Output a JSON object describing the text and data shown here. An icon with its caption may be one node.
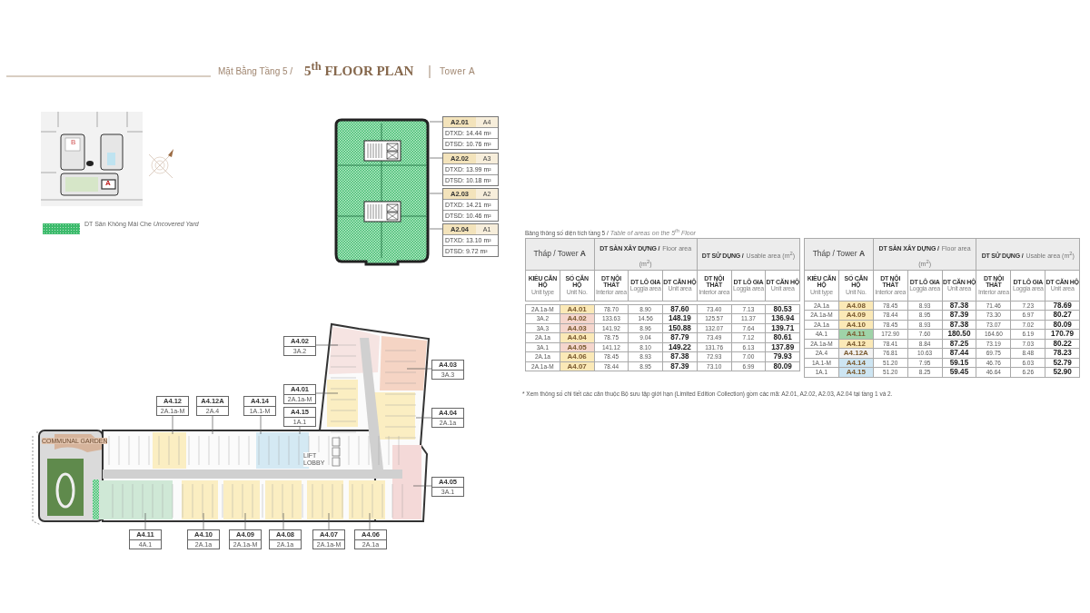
{
  "diagram": {
    "title": "5$^{th}$ FLOOR PLAN",
    "nodes": [
      {
        "text": [],
        "shape": "picture"
      },
      {
        "text": [
          "A2.01",
          "A4",
          "DTXD: 14.44 m²",
          "DTSD: 10.76 m²"
        ]
      },
      {
        "text": [
          "A2.02",
          "A3",
          "DTXD: 13.99 m²",
          "DTSD: 10.18 m²"
        ]
      },
      {
        "text": [
          "A2.03",
          "A2",
          "DTXD: 14.21 m²",
          "DTSD: 10.46 m²"
        ]
      },
      {
        "text": [
          "A2.04",
          "A1",
          "DTXD: 13.10 m²",
          "DTSD: 9.72 m²"
        ]
      },
      {
        "text": [
          "A4.02",
          "3A.2"
        ]
      },
      {
        "text": [
          "A4.03",
          "3A.3"
        ]
      },
      {
        "text": [
          "A4.01",
          "2A.1a-M"
        ]
      },
      {
        "text": [
          "A4.12",
          "2A.1a-M"
        ]
      },
      {
        "text": [
          "A4.12A",
          "2A.4"
        ]
      },
      {
        "text": [
          "A4.14",
          "1A.1-M"
        ]
      },
      {
        "text": [
          "A4.04",
          "2A.1a"
        ]
      },
      {
        "text": [
          "A4.15",
          "1A.1"
        ]
      },
      {
        "text": [
          "A4.05",
          "3A.1"
        ]
      },
      {
        "text": [
          "A4.11",
          "4A.1"
        ]
      },
      {
        "text": [
          "A4.10",
          "2A.1a"
        ]
      },
      {
        "text": [
          "A4.09",
          "2A.1a-M"
        ]
      },
      {
        "text": [
          "A4.08",
          "2A.1a"
        ]
      },
      {
        "text": [
          "A4.07",
          "2A.1a-M"
        ]
      },
      {
        "text": [
          "A4.06",
          "2A.1a"
        ]
      }
    ],
    "edges": [
      {
        "from": 1,
        "to": 0,
        "arrow": "none"
      },
      {
        "from": 2,
        "to": 0,
        "arrow": "none"
      },
      {
        "from": 3,
        "to": 0,
        "arrow": "none"
      },
      {
        "from": 4,
        "to": 0,
        "arrow": "none"
      },
      {
        "from": 5,
        "to": null,
        "arrow": "none"
      },
      {
        "from": 6,
        "to": null,
        "arrow": "none"
      },
      {
        "from": 7,
        "to": null,
        "arrow": "none"
      },
      {
        "from": 8,
        "to": null,
        "arrow": "none"
      },
      {
        "from": 9,
        "to": null,
        "arrow": "none"
      },
      {
        "from": 10,
        "to": null,
        "arrow": "none"
      },
      {
        "from": 11,
        "to": null,
        "arrow": "none"
      },
      {
        "from": 12,
        "to": null,
        "arrow": "none"
      },
      {
        "from": 13,
        "to": null,
        "arrow": "none"
      },
      {
        "from": 14,
        "to": null,
        "arrow": "none"
      },
      {
        "from": 15,
        "to": null,
        "arrow": "none"
      },
      {
        "from": 16,
        "to": null,
        "arrow": "none"
      },
      {
        "from": 17,
        "to": null,
        "arrow": "none"
      },
      {
        "from": 18,
        "to": null,
        "arrow": "none"
      },
      {
        "from": 19,
        "to": null,
        "arrow": "none"
      }
    ],
    "labels": [
      "Mặt Bằng Tầng 5 /",
      "Tower A",
      "B",
      "A",
      "COMMUNAL GARDEN",
      "LIFT LOBBY",
      "Bảng thông số diện tích tầng 5 /",
      "Table of areas on the 5$^{th}$ Floor",
      "Tháp / Tower **A**",
      "DT SÀN XÂY DỰNG /",
      "Floor area (m$^{2}$)",
      "DT SỬ DỤNG /",
      "Usable area (m$^{2}$)",
      "KIỂU CĂN HỘ",
      "Unit type",
      "SỐ CĂN HỘ",
      "Unit No.",
      "DT NỘI THẤT",
      "Interior area",
      "DT LÔ GIA",
      "Loggia area",
      "DT CĂN HỘ",
      "Unit area",
      "DT NỘI THẤT",
      "Interior area",
      "DT LÔ GIA",
      "Loggia area",
      "DT CĂN HỘ",
      "Unit area",
      "2A.1a-M",
      "A4.01",
      "78.70",
      "8.90",
      "87.60",
      "73.40",
      "7.13",
      "80.53",
      "3A.2",
      "A4.02",
      "133.63",
      "14.56",
      "148.19",
      "125.57",
      "11.37",
      "136.94",
      "3A.3",
      "A4.03",
      "141.92",
      "8.96",
      "150.88",
      "132.07",
      "7.64",
      "139.71",
      "2A.1a",
      "A4.04",
      "78.75",
      "9.04",
      "87.79",
      "73.49",
      "7.12",
      "80.61",
      "3A.1",
      "A4.05",
      "141.12",
      "8.10",
      "149.22",
      "131.76",
      "6.13",
      "137.89",
      "2A.1a",
      "A4.06",
      "78.45",
      "8.93",
      "87.38",
      "72.93",
      "7.00",
      "79.93",
      "2A.1a-M",
      "A4.07",
      "78.44",
      "8.95",
      "87.39",
      "73.10",
      "6.99",
      "80.09",
      "Tháp / Tower **A**",
      "DT SÀN XÂY DỰNG /",
      "Floor area (m$^{2}$)",
      "DT SỬ DỤNG /",
      "Usable area (m$^{2}$)",
      "KIỂU CĂN HỘ",
      "Unit type",
      "SỐ CĂN HỘ",
      "Unit No.",
      "DT NỘI THẤT",
      "Interior area",
      "DT LÔ GIA",
      "Loggia area",
      "DT CĂN HỘ",
      "Unit area",
      "DT NỘI THẤT",
      "Interior area",
      "DT LÔ GIA",
      "Loggia area",
      "DT CĂN HỘ",
      "Unit area",
      "2A.1a",
      "A4.08",
      "78.45",
      "8.93",
      "87.38",
      "71.46",
      "7.23",
      "78.69",
      "2A.1a-M",
      "A4.09",
      "78.44",
      "8.95",
      "87.39",
      "73.30",
      "6.97",
      "80.27",
      "2A.1a",
      "A4.10",
      "78.45",
      "8.93",
      "87.38",
      "73.07",
      "7.02",
      "80.09",
      "4A.1",
      "A4.11",
      "172.90",
      "7.60",
      "180.50",
      "164.60",
      "6.19",
      "170.79",
      "2A.1a-M",
      "A4.12",
      "78.41",
      "8.84",
      "87.25",
      "73.19",
      "7.03",
      "80.22",
      "2A.4",
      "A4.12A",
      "76.81",
      "10.63",
      "87.44",
      "69.75",
      "8.48",
      "78.23",
      "1A.1-M",
      "A4.14",
      "51.20",
      "7.95",
      "59.15",
      "46.76",
      "6.03",
      "52.79",
      "1A.1",
      "A4.15",
      "51.20",
      "8.25",
      "59.45",
      "46.64",
      "6.26",
      "52.90",
      "* Xem thông số chi tiết các căn thuộc Bộ sưu tập giới hạn (Limited Edition Collection) gồm các mã: A2.01, A2.02, A2.03, A2.04 tại tầng 1 và 2."
    ],
    "legend": [
      {
        "text": "DT Sân Không Mái Che *Uncovered Yard*",
        "color": "#3dbb6c"
      }
    ]
  }
}
